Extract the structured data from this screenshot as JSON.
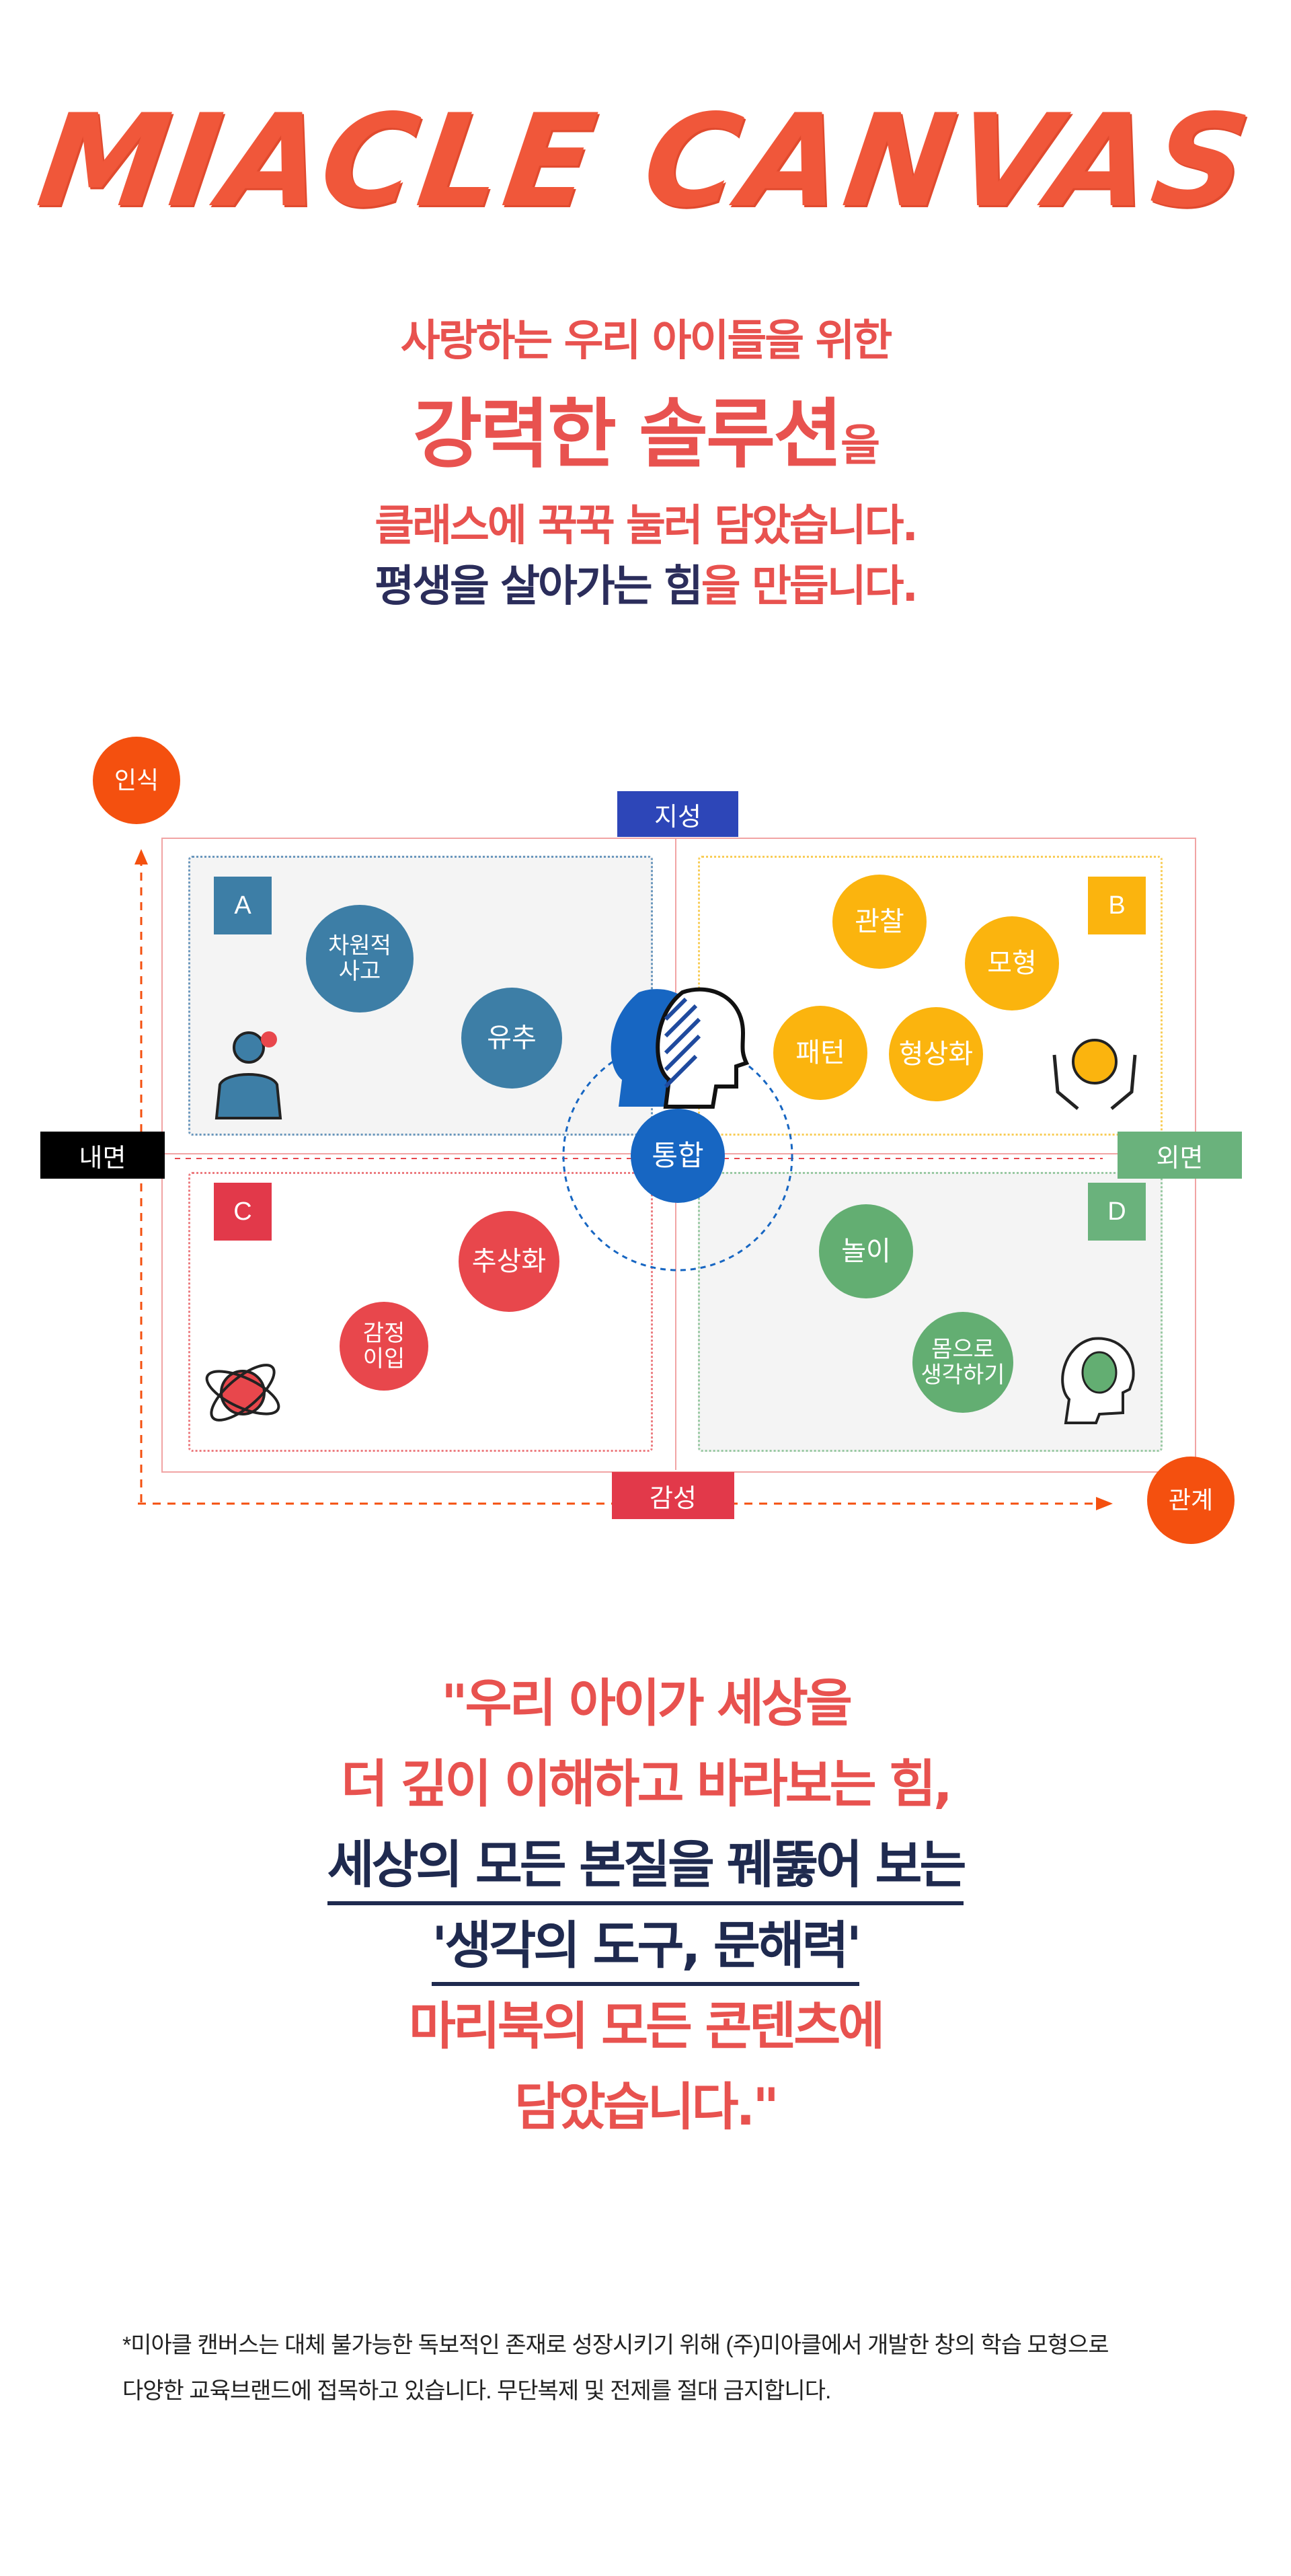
{
  "title": "MIACLE CANVAS",
  "tagline": {
    "line1": "사랑하는 우리 아이들을 위한",
    "line2_main": "강력한 솔루션",
    "line2_suffix": "을",
    "line3": "클래스에 꾹꾹 눌러 담았습니다.",
    "line4_a": "평생을 살아가는 힘",
    "line4_b": "을 만듭니다."
  },
  "diagram": {
    "axis_top": "지성",
    "axis_bottom": "감성",
    "axis_left": "내면",
    "axis_right": "외면",
    "corner_top_left": "인식",
    "corner_bottom_right": "관계",
    "center": "통합",
    "quadrants": {
      "a": {
        "letter": "A",
        "items": [
          "차원적\n사고",
          "유추"
        ]
      },
      "b": {
        "letter": "B",
        "items": [
          "관찰",
          "모형",
          "패턴",
          "형상화"
        ]
      },
      "c": {
        "letter": "C",
        "items": [
          "추상화",
          "감정\n이입"
        ]
      },
      "d": {
        "letter": "D",
        "items": [
          "놀이",
          "몸으로\n생각하기"
        ]
      }
    },
    "colors": {
      "a": "#3d7ea6",
      "b": "#fbb40e",
      "c": "#e8474c",
      "d": "#63ae72",
      "center": "#1766c2",
      "corner": "#f4500f"
    }
  },
  "quote": {
    "l1": "\"우리 아이가 세상을",
    "l2": "더 깊이 이해하고 바라보는 힘,",
    "l3": "세상의 모든 본질을 꿰뚫어 보는",
    "l4": "'생각의 도구, 문해력'",
    "l5": "마리북의 모든 콘텐츠에",
    "l6": "담았습니다.\""
  },
  "footnote": {
    "l1": "*미아클 캔버스는 대체 불가능한 독보적인 존재로 성장시키기 위해 (주)미아클에서 개발한 창의 학습 모형으로",
    "l2": "다양한 교육브랜드에 접목하고 있습니다. 무단복제 및 전제를 절대 금지합니다."
  }
}
